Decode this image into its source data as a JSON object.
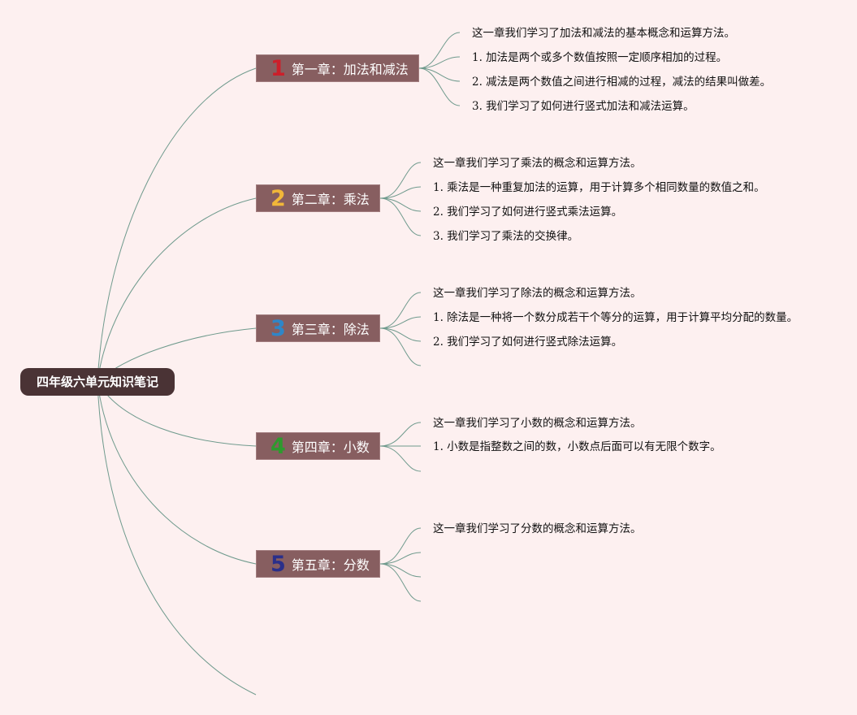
{
  "root": {
    "title": "四年级六单元知识笔记"
  },
  "chapters": [
    {
      "number": "1",
      "title": "第一章：加法和减法",
      "number_color": "#cc1f2a",
      "points": [
        "这一章我们学习了加法和减法的基本概念和运算方法。",
        "1. 加法是两个或多个数值按照一定顺序相加的过程。",
        "2. 减法是两个数值之间进行相减的过程，减法的结果叫做差。",
        "3. 我们学习了如何进行竖式加法和减法运算。"
      ]
    },
    {
      "number": "2",
      "title": "第二章：乘法",
      "number_color": "#f2b739",
      "points": [
        "这一章我们学习了乘法的概念和运算方法。",
        "1. 乘法是一种重复加法的运算，用于计算多个相同数量的数值之和。",
        "2. 我们学习了如何进行竖式乘法运算。",
        "3. 我们学习了乘法的交换律。"
      ]
    },
    {
      "number": "3",
      "title": "第三章：除法",
      "number_color": "#2f86c8",
      "points": [
        "这一章我们学习了除法的概念和运算方法。",
        "1. 除法是一种将一个数分成若干个等分的运算，用于计算平均分配的数量。",
        "2. 我们学习了如何进行竖式除法运算。",
        ""
      ]
    },
    {
      "number": "4",
      "title": "第四章：小数",
      "number_color": "#2e9a2e",
      "points": [
        "这一章我们学习了小数的概念和运算方法。",
        "1. 小数是指整数之间的数，小数点后面可以有无限个数字。",
        ""
      ]
    },
    {
      "number": "5",
      "title": "第五章：分数",
      "number_color": "#2a2f8a",
      "points": [
        "这一章我们学习了分数的概念和运算方法。",
        "",
        "",
        ""
      ]
    }
  ]
}
